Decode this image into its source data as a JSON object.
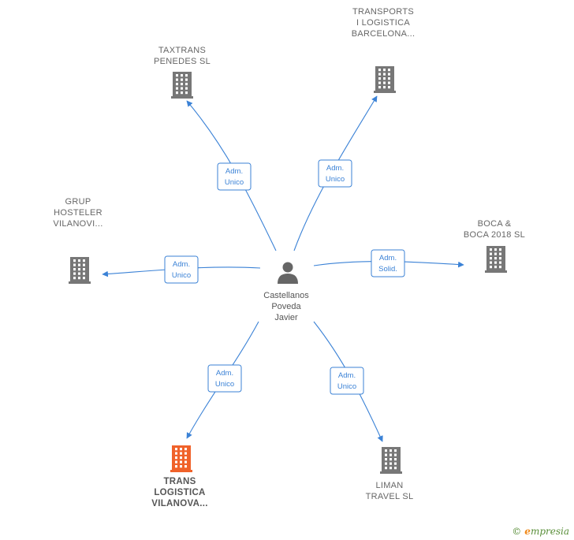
{
  "person": {
    "name_lines": [
      "Castellanos",
      "Poveda",
      "Javier"
    ]
  },
  "companies": [
    {
      "id": "taxtrans",
      "label_lines": [
        "TAXTRANS",
        "PENEDES SL"
      ],
      "highlight": false
    },
    {
      "id": "transports",
      "label_lines": [
        "TRANSPORTS",
        "I LOGISTICA",
        "BARCELONA..."
      ],
      "highlight": false
    },
    {
      "id": "grup",
      "label_lines": [
        "GRUP",
        "HOSTELER",
        "VILANOVI..."
      ],
      "highlight": false
    },
    {
      "id": "boca",
      "label_lines": [
        "BOCA &",
        "BOCA 2018  SL"
      ],
      "highlight": false
    },
    {
      "id": "trans",
      "label_lines": [
        "TRANS",
        "LOGISTICA",
        "VILANOVA..."
      ],
      "highlight": true
    },
    {
      "id": "liman",
      "label_lines": [
        "LIMAN",
        "TRAVEL  SL"
      ],
      "highlight": false
    }
  ],
  "edges": [
    {
      "to": "taxtrans",
      "role_lines": [
        "Adm.",
        "Unico"
      ]
    },
    {
      "to": "transports",
      "role_lines": [
        "Adm.",
        "Unico"
      ]
    },
    {
      "to": "grup",
      "role_lines": [
        "Adm.",
        "Unico"
      ]
    },
    {
      "to": "boca",
      "role_lines": [
        "Adm.",
        "Solid."
      ]
    },
    {
      "to": "trans",
      "role_lines": [
        "Adm.",
        "Unico"
      ]
    },
    {
      "to": "liman",
      "role_lines": [
        "Adm.",
        "Unico"
      ]
    }
  ],
  "colors": {
    "building": "#777777",
    "building_highlight": "#f0622a",
    "edge": "#3b82d6",
    "person": "#666666"
  },
  "icons": {
    "company": "building-icon",
    "person": "person-icon"
  },
  "watermark": {
    "symbol": "©",
    "brand_initial": "e",
    "brand_rest": "mpresia"
  }
}
